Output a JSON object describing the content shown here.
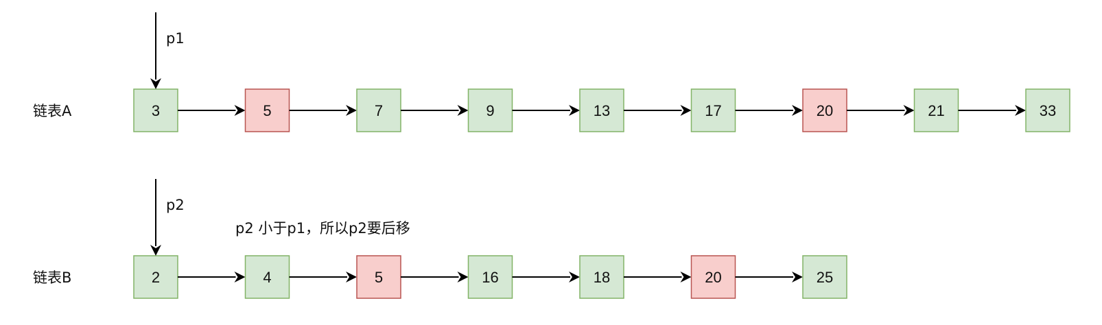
{
  "lists": [
    {
      "id": "a",
      "label": "链表A",
      "nodes": [
        {
          "value": "3",
          "highlight": false
        },
        {
          "value": "5",
          "highlight": true
        },
        {
          "value": "7",
          "highlight": false
        },
        {
          "value": "9",
          "highlight": false
        },
        {
          "value": "13",
          "highlight": false
        },
        {
          "value": "17",
          "highlight": false
        },
        {
          "value": "20",
          "highlight": true
        },
        {
          "value": "21",
          "highlight": false
        },
        {
          "value": "33",
          "highlight": false
        }
      ]
    },
    {
      "id": "b",
      "label": "链表B",
      "nodes": [
        {
          "value": "2",
          "highlight": false
        },
        {
          "value": "4",
          "highlight": false
        },
        {
          "value": "5",
          "highlight": true
        },
        {
          "value": "16",
          "highlight": false
        },
        {
          "value": "18",
          "highlight": false
        },
        {
          "value": "20",
          "highlight": true
        },
        {
          "value": "25",
          "highlight": false
        }
      ]
    }
  ],
  "pointers": [
    {
      "label": "p1",
      "list": 0,
      "node": 0
    },
    {
      "label": "p2",
      "list": 1,
      "node": 0
    }
  ],
  "note": "p2 小于p1，所以p2要后移",
  "colors": {
    "normal_fill": "#d5e8d4",
    "normal_stroke": "#82b366",
    "highlight_fill": "#f8cecc",
    "highlight_stroke": "#b85450"
  }
}
